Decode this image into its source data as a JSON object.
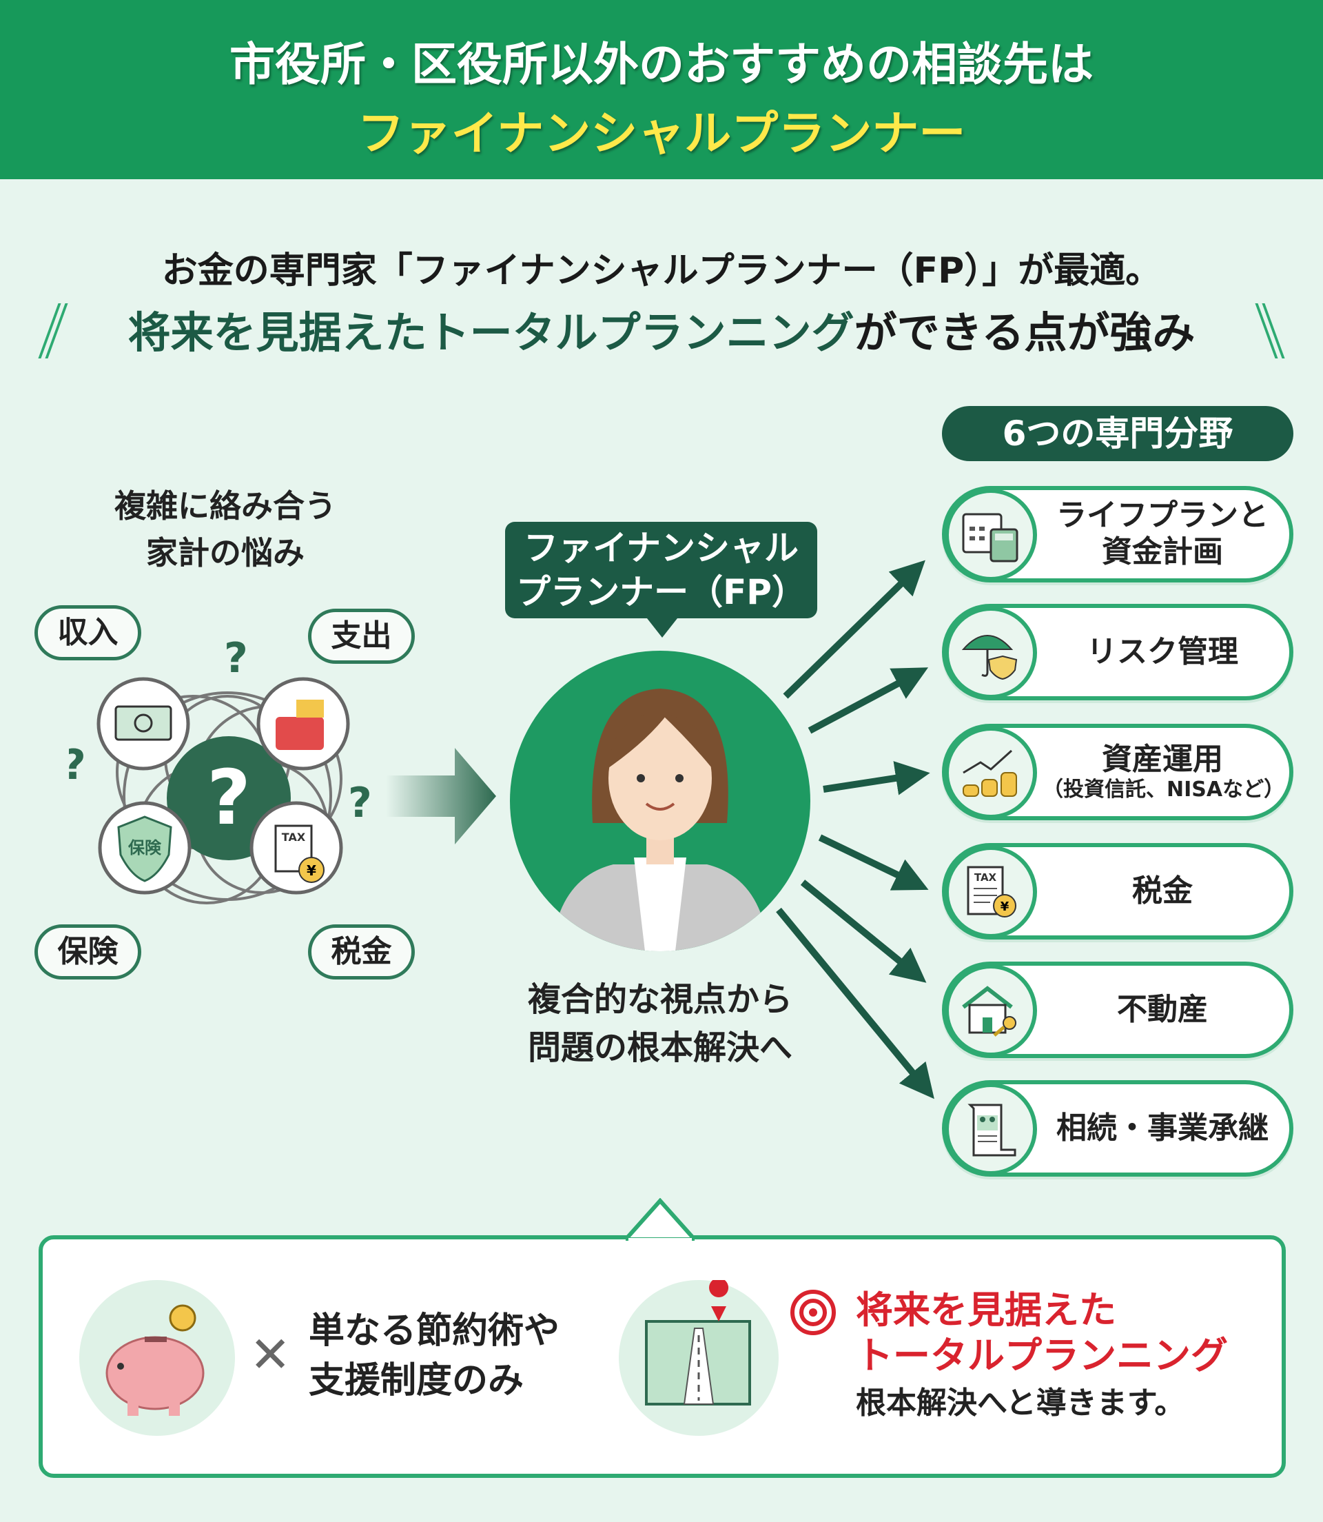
{
  "header": {
    "title_line1": "市役所・区役所以外のおすすめの相談先は",
    "title_line2": "ファイナンシャルプランナー"
  },
  "subtitle": {
    "line1": "お金の専門家「ファイナンシャルプランナー（FP）」が最適。",
    "line2_highlight": "将来を見据えたトータルプランニング",
    "line2_rest": "ができる点が強み"
  },
  "left": {
    "caption_line1": "複雑に絡み合う",
    "caption_line2": "家計の悩み",
    "bubbles": [
      "収入",
      "支出",
      "保険",
      "税金"
    ],
    "question": "?",
    "insurance_icon_label": "保険",
    "tax_icon_label": "TAX"
  },
  "center": {
    "fp_label_line1": "ファイナンシャル",
    "fp_label_line2": "プランナー（FP）",
    "caption_line1": "複合的な視点から",
    "caption_line2": "問題の根本解決へ"
  },
  "fields": {
    "heading": "6つの専門分野",
    "items": [
      {
        "label": "ライフプランと",
        "label2": "資金計画",
        "icon": "calendar-calculator-icon"
      },
      {
        "label": "リスク管理",
        "icon": "umbrella-shield-icon"
      },
      {
        "label": "資産運用",
        "sub": "（投資信託、NISAなど）",
        "icon": "coins-growth-icon"
      },
      {
        "label": "税金",
        "icon": "tax-document-icon"
      },
      {
        "label": "不動産",
        "icon": "house-key-icon"
      },
      {
        "label": "相続・事業承継",
        "icon": "inheritance-document-icon"
      }
    ]
  },
  "bottom": {
    "bad_mark": "✕",
    "bad_line1": "単なる節約術や",
    "bad_line2": "支援制度のみ",
    "good_line1": "将来を見据えた",
    "good_line2": "トータルプランニング",
    "good_line3": "根本解決へと導きます。"
  },
  "colors": {
    "header": "#17995a",
    "accent_yellow": "#ffe94a",
    "dark_green": "#1c5a45",
    "border_green": "#2eaa72",
    "red": "#d9232e"
  }
}
